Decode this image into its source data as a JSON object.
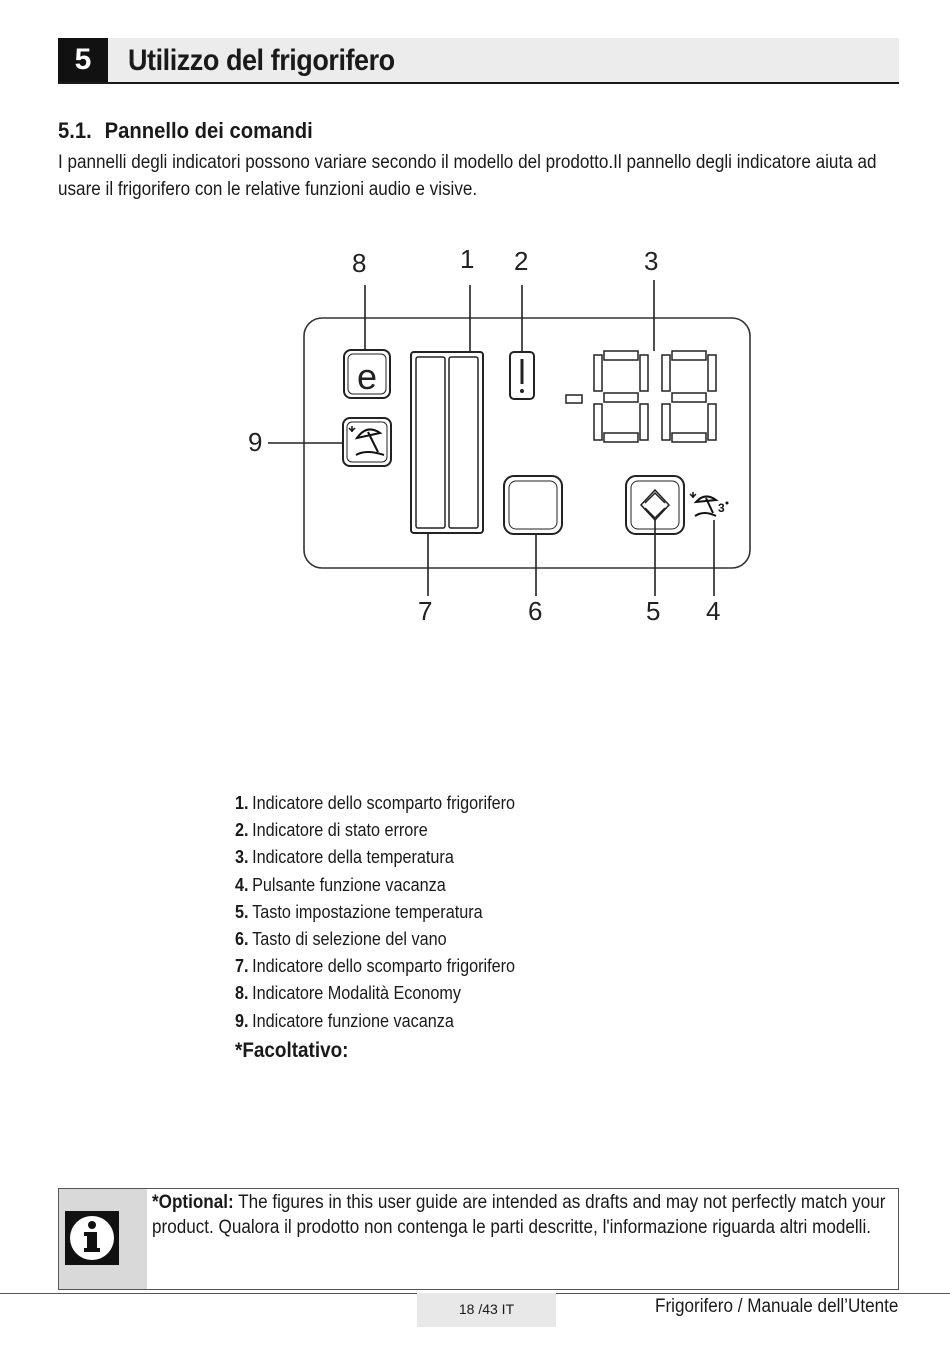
{
  "section": {
    "number": "5",
    "title": "Utilizzo del frigorifero"
  },
  "subsection": {
    "number": "5.1.",
    "title": "Pannello dei comandi"
  },
  "intro_text": "I pannelli degli indicatori possono variare secondo il modello del prodotto.Il pannello degli indicatore aiuta ad usare il frigorifero con le relative funzioni audio e visive.",
  "diagram": {
    "callouts": [
      "1",
      "2",
      "3",
      "4",
      "5",
      "6",
      "7",
      "8",
      "9"
    ],
    "icons": [
      "economy-e-icon",
      "holiday-umbrella-icon",
      "error-exclamation-icon",
      "temperature-set-arrows-icon",
      "holiday-3s-icon"
    ]
  },
  "legend": {
    "items": [
      {
        "num": "1.",
        "text": "Indicatore dello scomparto frigorifero"
      },
      {
        "num": "2.",
        "text": "Indicatore di stato errore"
      },
      {
        "num": "3.",
        "text": "Indicatore della temperatura"
      },
      {
        "num": "4.",
        "text": "Pulsante funzione vacanza"
      },
      {
        "num": "5.",
        "text": "Tasto impostazione temperatura"
      },
      {
        "num": "6.",
        "text": "Tasto di selezione del vano"
      },
      {
        "num": "7.",
        "text": "Indicatore dello scomparto frigorifero"
      },
      {
        "num": "8.",
        "text": "Indicatore Modalità Economy"
      },
      {
        "num": "9.",
        "text": "Indicatore funzione vacanza"
      }
    ],
    "optional_label": "*Facoltativo:"
  },
  "note": {
    "icon": "info-icon",
    "bold": "*Optional:",
    "text": " The figures in this user guide are intended as drafts and may not perfectly match your product. Qualora il prodotto non contenga le parti descritte, l'informazione riguarda altri modelli."
  },
  "footer": {
    "page": "18 /43  IT",
    "title": "Frigorifero / Manuale dell’Utente"
  }
}
